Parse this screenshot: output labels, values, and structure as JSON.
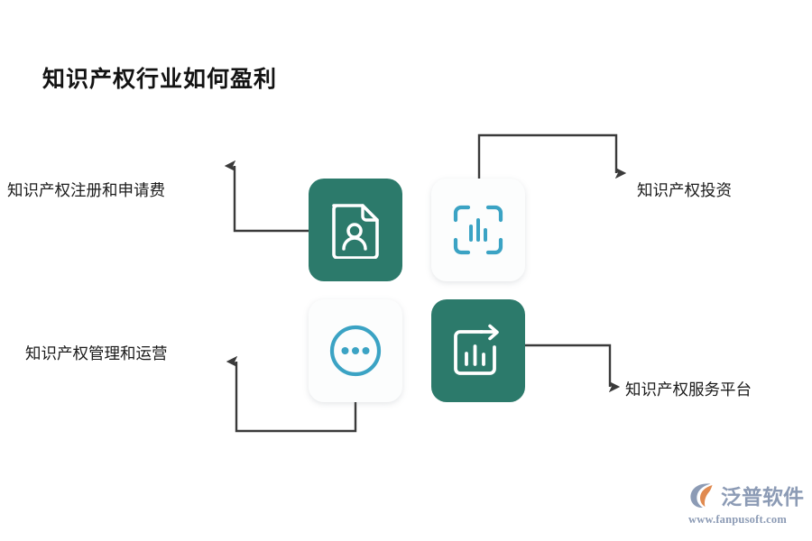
{
  "page": {
    "title": "知识产权行业如何盈利",
    "background_color": "#ffffff"
  },
  "theme": {
    "teal": "#2C7A6B",
    "cyan": "#3BA3C4",
    "tile_light": "#FCFDFD",
    "connector": "#3A3A3A",
    "text": "#1b1b1b",
    "logo_color": "#8C9BB5",
    "logo_accent": "#E08A50"
  },
  "nodes": [
    {
      "id": "register",
      "label": "知识产权注册和申请费",
      "icon": "document-person-icon",
      "tile_style": "filled",
      "label_side": "left"
    },
    {
      "id": "investment",
      "label": "知识产权投资",
      "icon": "bar-chart-frame-icon",
      "tile_style": "light",
      "label_side": "right"
    },
    {
      "id": "management",
      "label": "知识产权管理和运营",
      "icon": "circle-ellipsis-icon",
      "tile_style": "light",
      "label_side": "left"
    },
    {
      "id": "platform",
      "label": "知识产权服务平台",
      "icon": "bar-chart-arrow-icon",
      "tile_style": "filled",
      "label_side": "right"
    }
  ],
  "logo": {
    "name": "泛普软件",
    "url": "www.fanpusoft.com",
    "mark": "fanpu-swirl-logo-icon"
  }
}
